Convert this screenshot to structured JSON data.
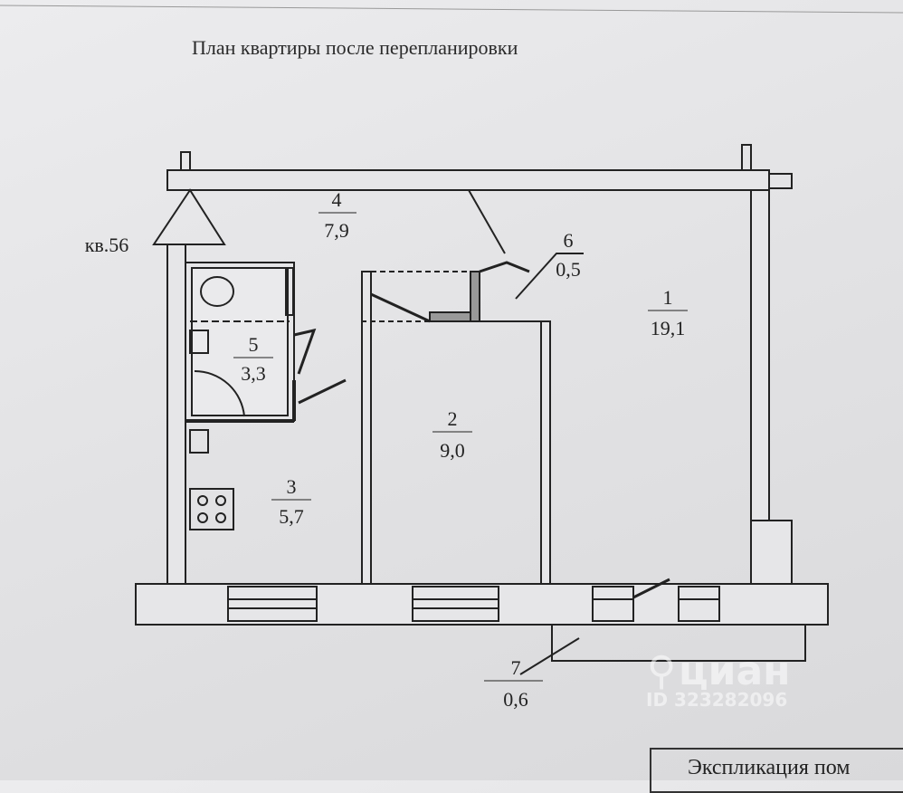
{
  "title": "План квартиры после перепланировки",
  "apartment_label": "кв.56",
  "rooms": [
    {
      "number": "1",
      "area": "19,1"
    },
    {
      "number": "2",
      "area": "9,0"
    },
    {
      "number": "3",
      "area": "5,7"
    },
    {
      "number": "4",
      "area": "7,9"
    },
    {
      "number": "5",
      "area": "3,3"
    },
    {
      "number": "6",
      "area": "0,5"
    },
    {
      "number": "7",
      "area": "0,6"
    }
  ],
  "explication_header": "Экспликация пом",
  "watermark": {
    "brand": "циан",
    "id": "ID 323282096"
  }
}
